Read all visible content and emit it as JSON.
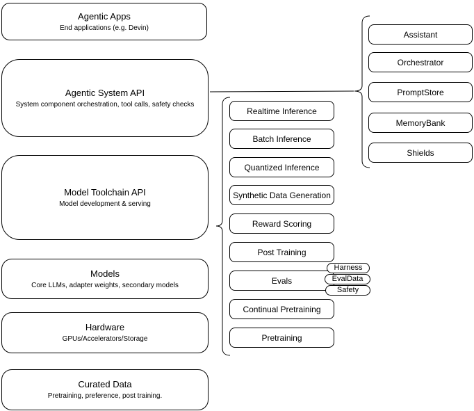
{
  "diagram": {
    "left_stack": [
      {
        "title": "Agentic Apps",
        "subtitle": "End applications (e.g. Devin)"
      },
      {
        "title": "Agentic System API",
        "subtitle": "System component orchestration, tool calls, safety checks"
      },
      {
        "title": "Model Toolchain API",
        "subtitle": "Model development & serving"
      },
      {
        "title": "Models",
        "subtitle": "Core LLMs, adapter weights, secondary models"
      },
      {
        "title": "Hardware",
        "subtitle": "GPUs/Accelerators/Storage"
      },
      {
        "title": "Curated Data",
        "subtitle": "Pretraining, preference, post training."
      }
    ],
    "toolchain_group": [
      "Realtime Inference",
      "Batch Inference",
      "Quantized Inference",
      "Synthetic Data Generation",
      "Reward Scoring",
      "Post Training",
      "Evals",
      "Continual Pretraining",
      "Pretraining"
    ],
    "evals_tags": [
      "Harness",
      "EvalData",
      "Safety"
    ],
    "system_group": [
      "Assistant",
      "Orchestrator",
      "PromptStore",
      "MemoryBank",
      "Shields"
    ],
    "colors": {
      "stroke": "#000000",
      "fill": "#ffffff",
      "background": "#ffffff"
    }
  }
}
